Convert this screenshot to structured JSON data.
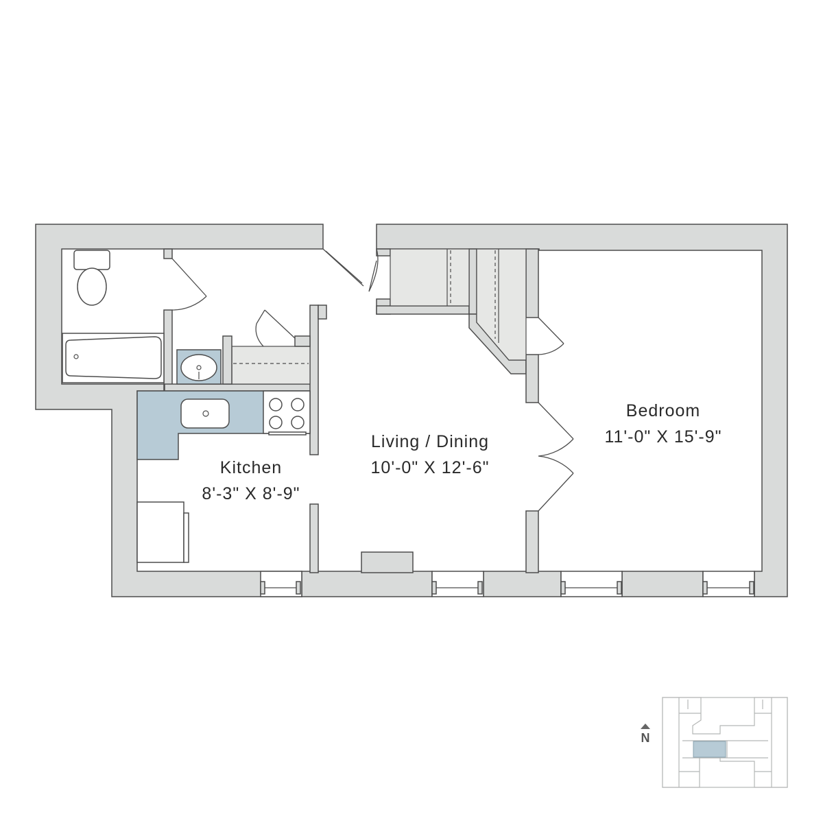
{
  "rooms": {
    "bedroom": {
      "name": "Bedroom",
      "dimensions": "11'-0\" X 15'-9\""
    },
    "living_dining": {
      "name": "Living / Dining",
      "dimensions": "10'-0\" X 12'-6\""
    },
    "kitchen": {
      "name": "Kitchen",
      "dimensions": "8'-3\" X 8'-9\""
    }
  },
  "compass": {
    "letter": "N"
  },
  "colors": {
    "wall": "#d9dbda",
    "counter": "#b7cbd6",
    "closet": "#e6e7e5",
    "highlight": "#b7cbd6"
  },
  "icons": [
    "toilet-icon",
    "bathtub-icon",
    "sink-icon",
    "stove-icon",
    "refrigerator-icon",
    "north-arrow-icon"
  ]
}
